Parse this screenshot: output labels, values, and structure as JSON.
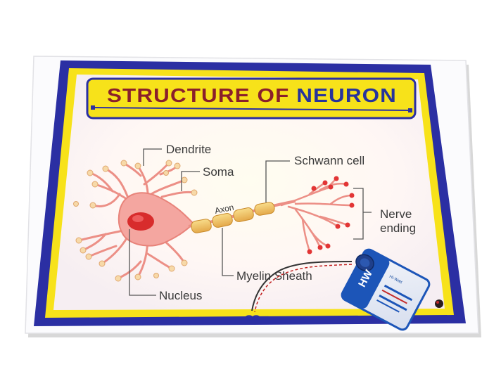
{
  "title": {
    "prefix": "STRUCTURE OF ",
    "highlight": "NEURON"
  },
  "labels": {
    "dendrite": "Dendrite",
    "soma": "Soma",
    "axon": "Axon",
    "schwann_cell": "Schwann cell",
    "nerve_line1": "Nerve",
    "nerve_line2": "ending",
    "myelin_sheath": "Myelin Sheath",
    "nucleus": "Nucleus"
  },
  "battery": {
    "brand": "HW",
    "sub": "Hi-Watt"
  },
  "colors": {
    "outer_border": "#2b2fa3",
    "inner_border": "#f7e21a",
    "title_text": "#8a1f2b",
    "title_highlight": "#27339c",
    "neuron_body": "#f4a6a0",
    "neuron_stroke": "#e8837a",
    "nucleus": "#d82c2c",
    "myelin": "#f2c76a",
    "battery_blue": "#1c55b8"
  }
}
